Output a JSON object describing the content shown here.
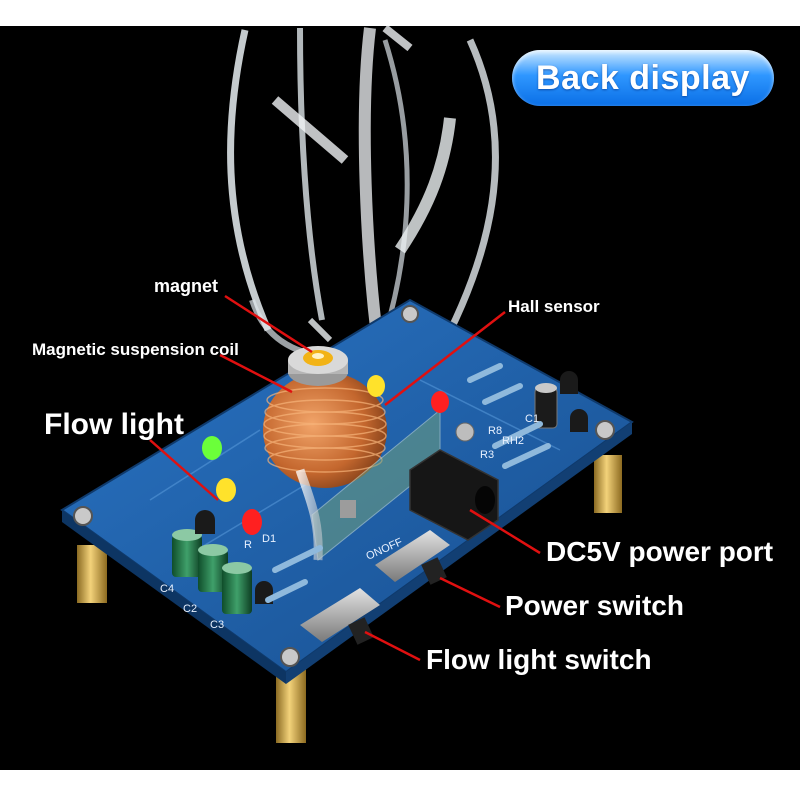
{
  "badge": {
    "text": "Back display"
  },
  "labels": {
    "magnet": "magnet",
    "coil": "Magnetic suspension coil",
    "hall": "Hall sensor",
    "flow_light": "Flow light",
    "dc_port": "DC5V power port",
    "power_switch": "Power switch",
    "flow_switch": "Flow light switch"
  },
  "board_silkscreen": {
    "r8": "R8",
    "r3": "R3",
    "rh2": "RH2",
    "c1": "C1",
    "c2": "C2",
    "c3": "C3",
    "c4": "C4",
    "r": "R",
    "d1": "D1",
    "onoff": "ONOFF"
  },
  "colors": {
    "annotation_line": "#e01010",
    "label_text": "#ffffff",
    "badge_gradient_top": "#cfeaff",
    "badge_gradient_bottom": "#0a6fe6",
    "pcb": "#1f5fa8",
    "background": "#000000"
  }
}
